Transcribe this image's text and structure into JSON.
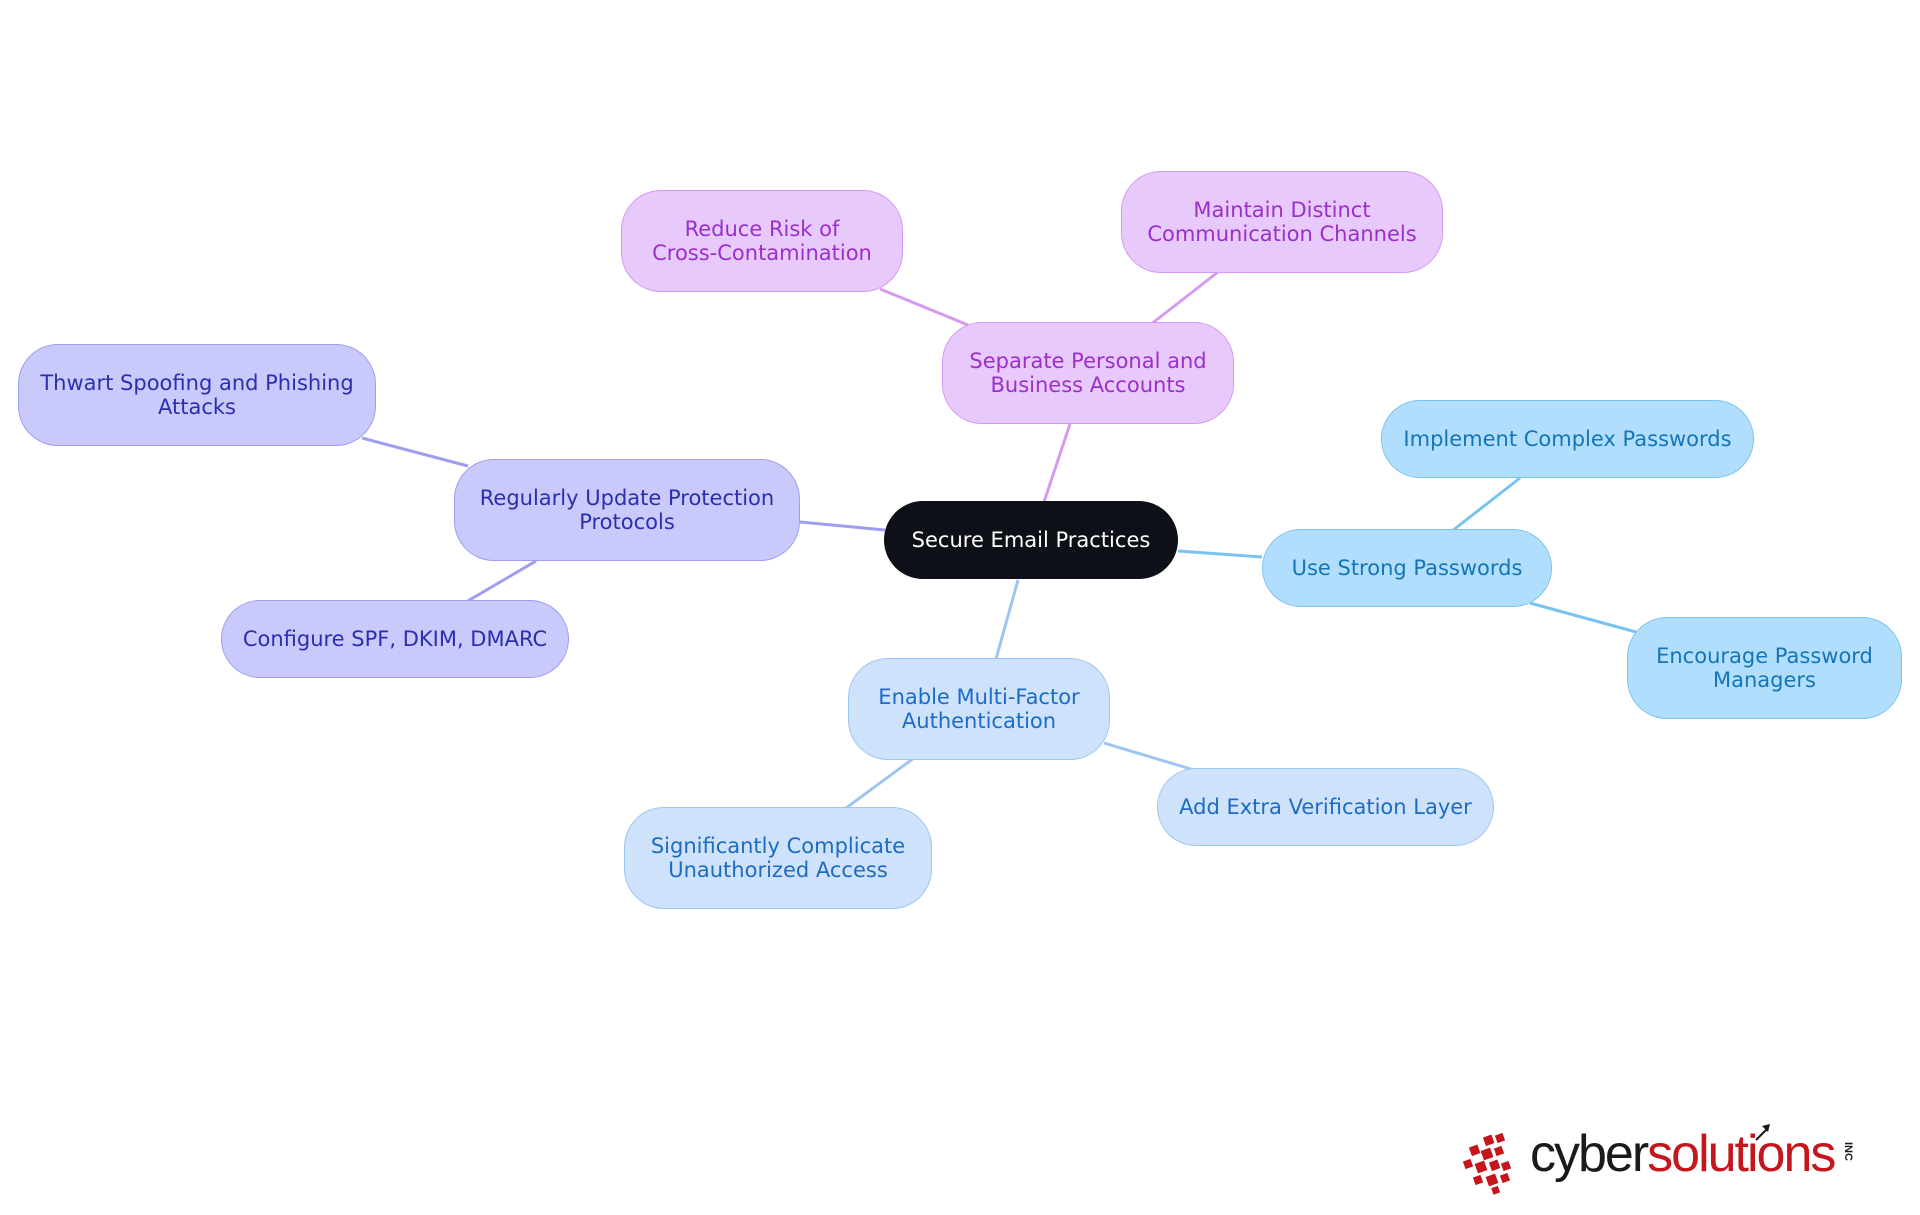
{
  "diagram": {
    "root": "Secure Email Practices",
    "branches": [
      {
        "label": "Separate Personal and\nBusiness Accounts",
        "color": "#e8c9fc",
        "children": [
          "Reduce Risk of\nCross-Contamination",
          "Maintain Distinct\nCommunication Channels"
        ]
      },
      {
        "label": "Regularly Update Protection\nProtocols",
        "color": "#c9c9fb",
        "children": [
          "Thwart Spoofing and Phishing\nAttacks",
          "Configure SPF, DKIM, DMARC"
        ]
      },
      {
        "label": "Use Strong Passwords",
        "color": "#b2defd",
        "children": [
          "Implement Complex Passwords",
          "Encourage Password\nManagers"
        ]
      },
      {
        "label": "Enable Multi-Factor\nAuthentication",
        "color": "#cfe2fc",
        "children": [
          "Add Extra Verification Layer",
          "Significantly Complicate\nUnauthorized Access"
        ]
      }
    ]
  },
  "logo": {
    "word1": "cyber",
    "word2": "solutions",
    "suffix": "INC",
    "brand_color": "#c4161c"
  }
}
